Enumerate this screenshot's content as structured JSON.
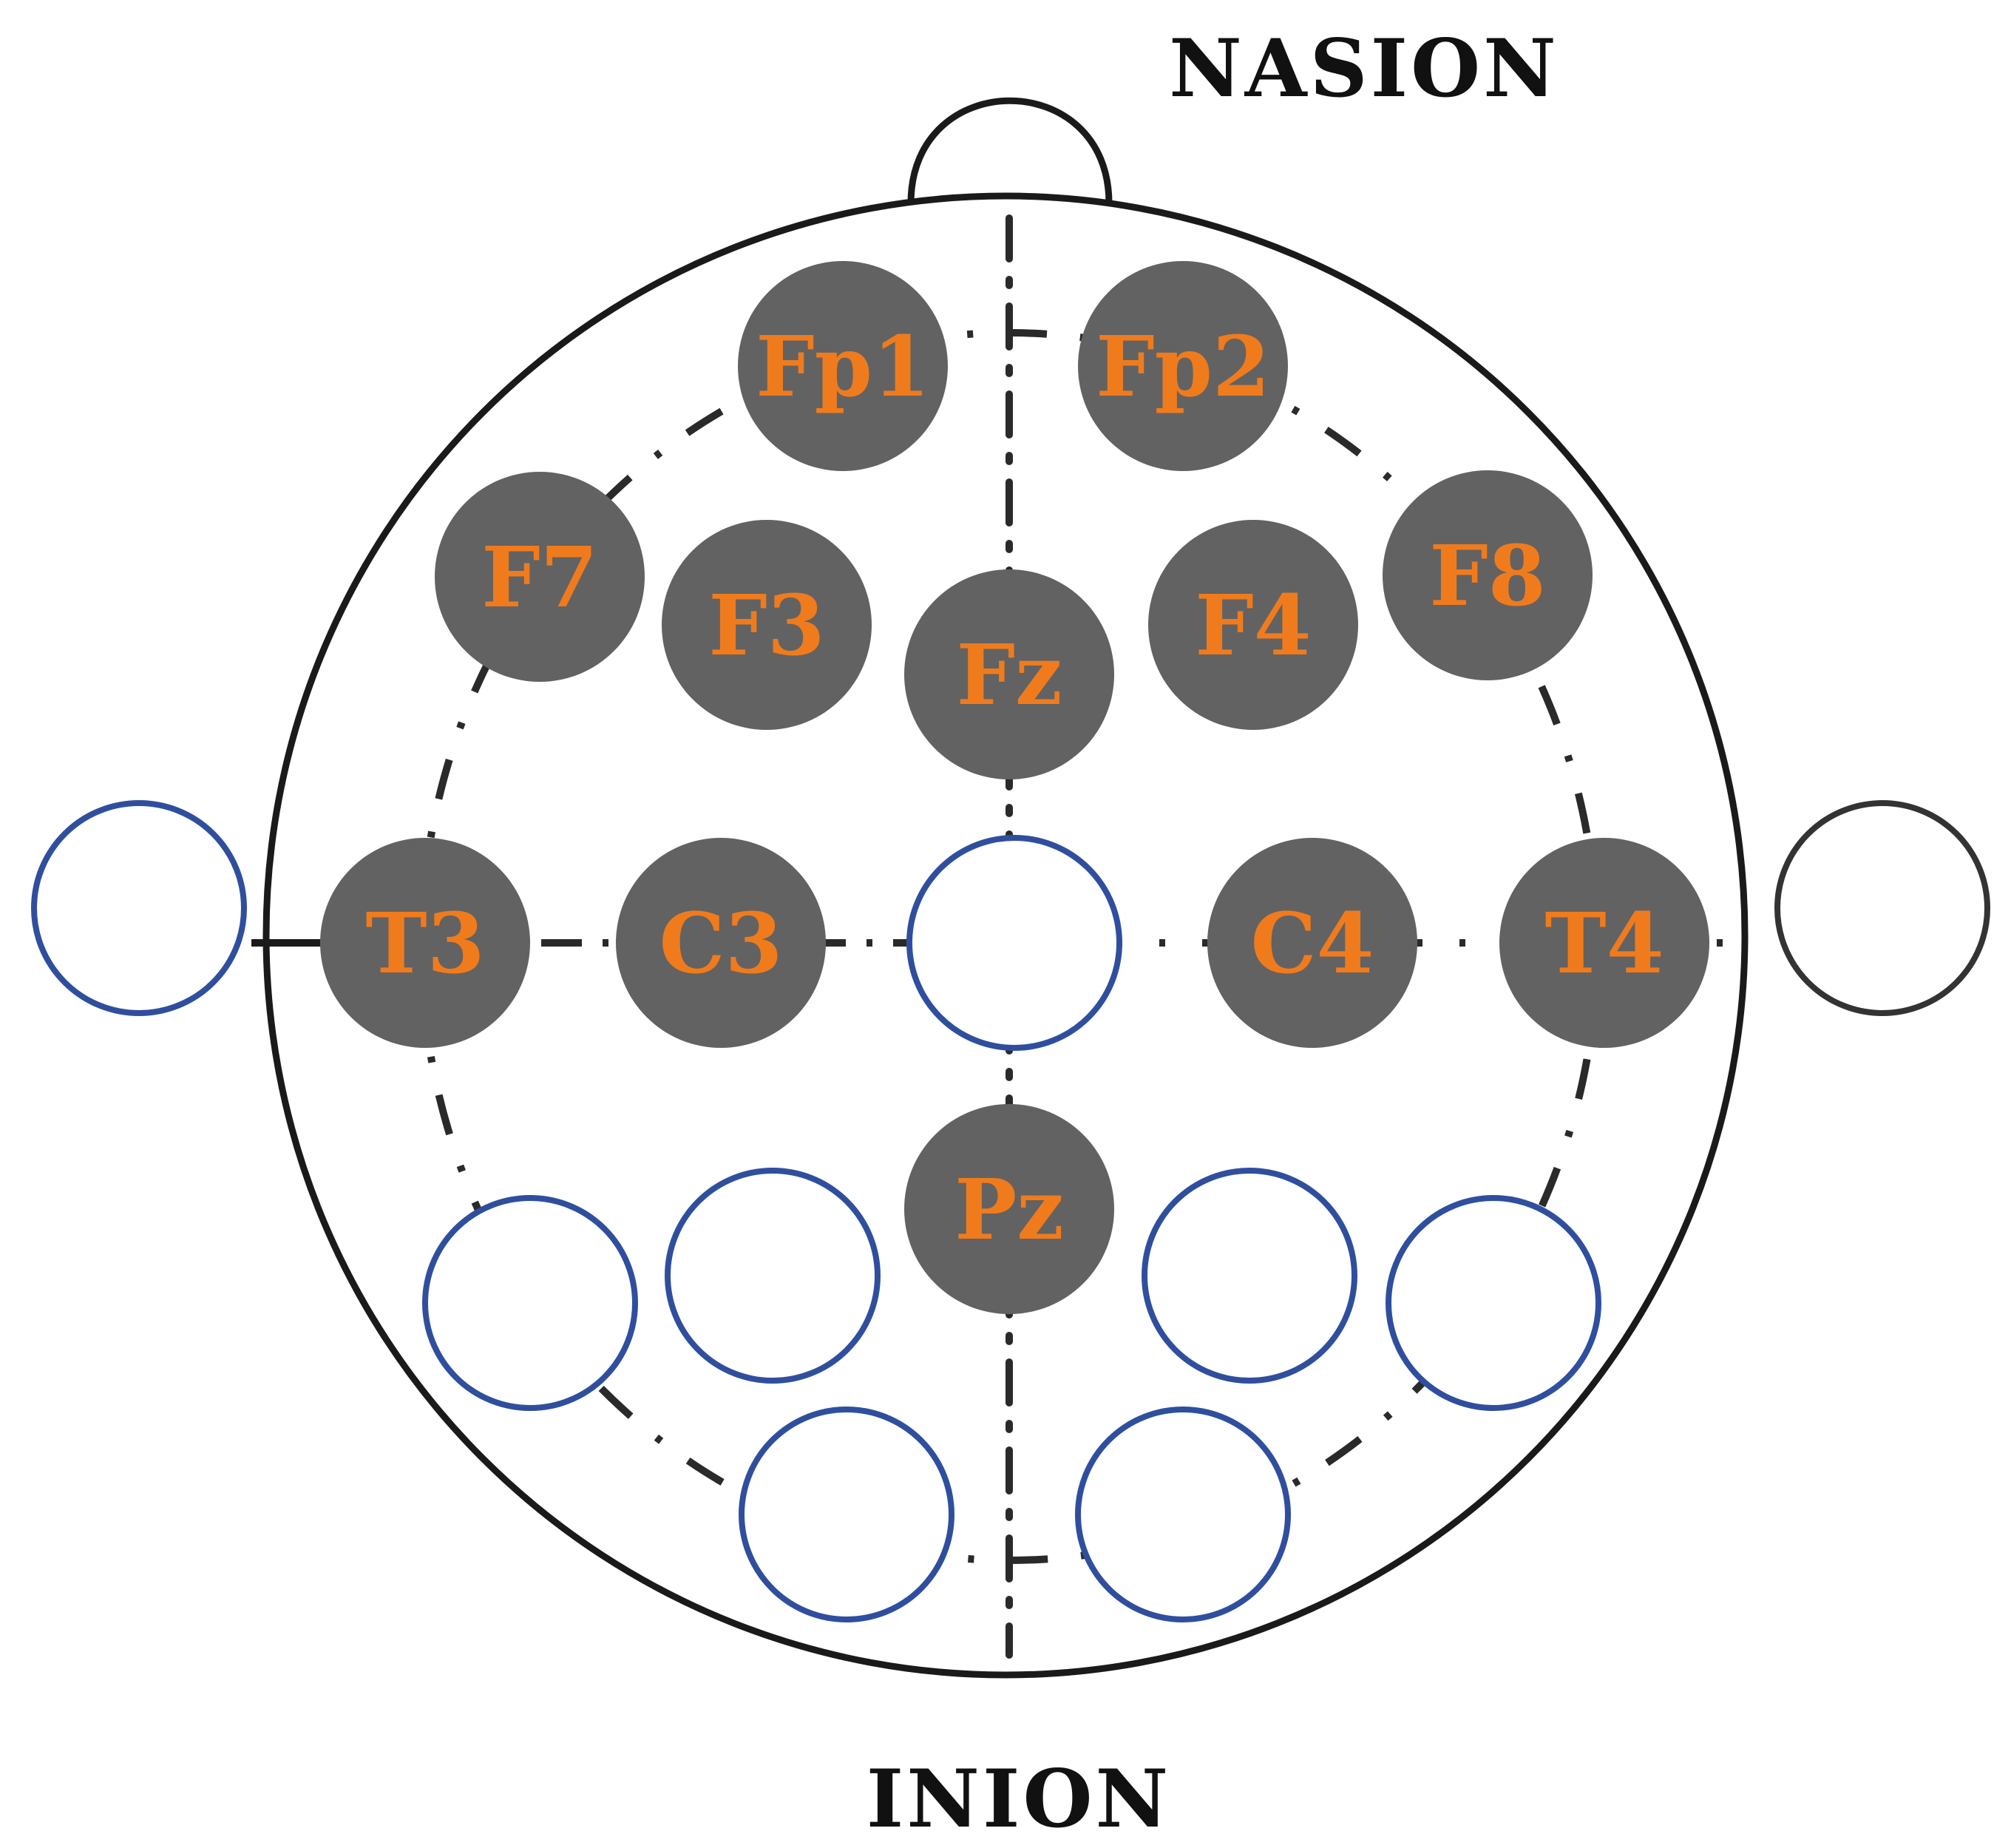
{
  "landmarks": {
    "nasion": "NASION",
    "inion": "INION"
  },
  "colors": {
    "outline": "#1a1a1a",
    "active_fill": "#626262",
    "active_label": "#f07b1d",
    "inactive_stroke": "#2f4f9e",
    "ear_right_stroke": "#333333"
  },
  "electrodes": [
    {
      "id": "fp1",
      "label": "Fp1",
      "active": true
    },
    {
      "id": "fp2",
      "label": "Fp2",
      "active": true
    },
    {
      "id": "f7",
      "label": "F7",
      "active": true
    },
    {
      "id": "f3",
      "label": "F3",
      "active": true
    },
    {
      "id": "fz",
      "label": "Fz",
      "active": true
    },
    {
      "id": "f4",
      "label": "F4",
      "active": true
    },
    {
      "id": "f8",
      "label": "F8",
      "active": true
    },
    {
      "id": "t3",
      "label": "T3",
      "active": true
    },
    {
      "id": "c3",
      "label": "C3",
      "active": true
    },
    {
      "id": "cz",
      "label": "",
      "active": false
    },
    {
      "id": "c4",
      "label": "C4",
      "active": true
    },
    {
      "id": "t4",
      "label": "T4",
      "active": true
    },
    {
      "id": "pz",
      "label": "Pz",
      "active": true
    },
    {
      "id": "t5",
      "label": "",
      "active": false
    },
    {
      "id": "p3",
      "label": "",
      "active": false
    },
    {
      "id": "p4",
      "label": "",
      "active": false
    },
    {
      "id": "t6",
      "label": "",
      "active": false
    },
    {
      "id": "o1",
      "label": "",
      "active": false
    },
    {
      "id": "o2",
      "label": "",
      "active": false
    },
    {
      "id": "a1",
      "label": "",
      "active": false
    },
    {
      "id": "a2",
      "label": "",
      "active": false
    }
  ]
}
